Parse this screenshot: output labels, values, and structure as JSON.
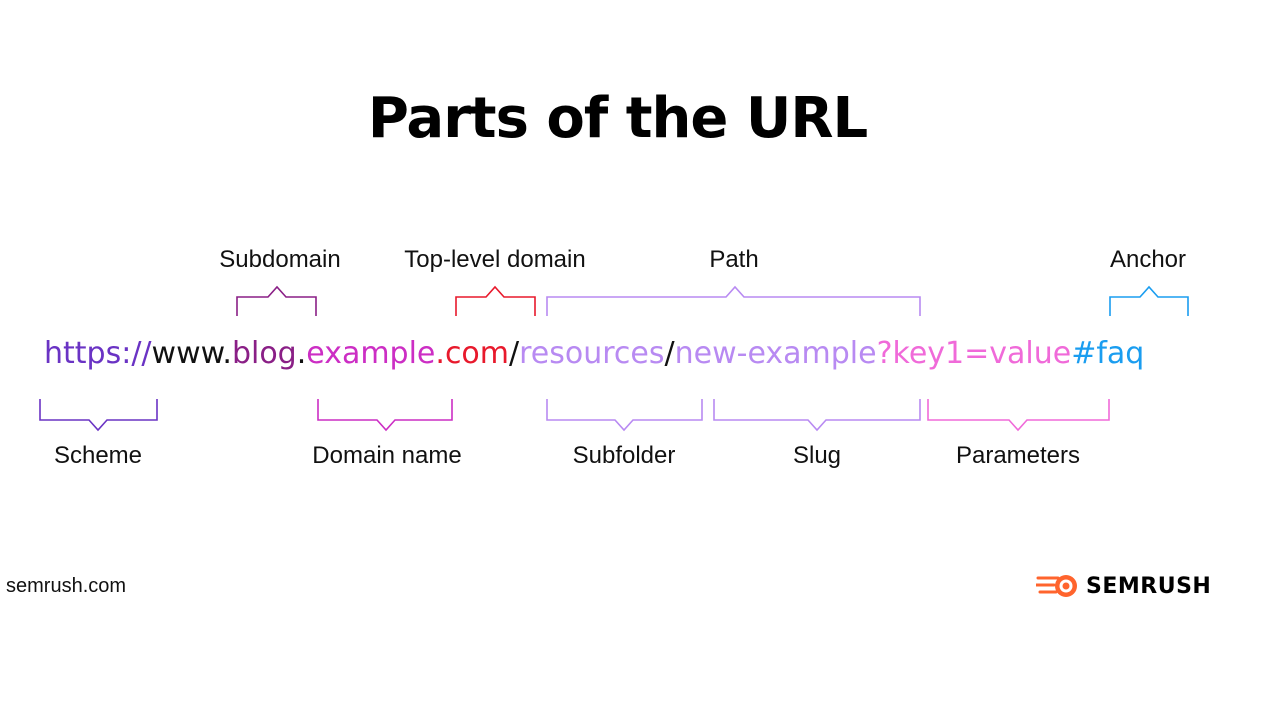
{
  "title": "Parts of the URL",
  "url_segments": [
    {
      "text": "https://",
      "color": "#6a33c4"
    },
    {
      "text": "www.",
      "color": "#111111"
    },
    {
      "text": "blog",
      "color": "#8a1f86"
    },
    {
      "text": ".",
      "color": "#111111"
    },
    {
      "text": "example",
      "color": "#cc2ec4"
    },
    {
      "text": ".com",
      "color": "#e8192c"
    },
    {
      "text": "/",
      "color": "#111111"
    },
    {
      "text": "resources",
      "color": "#b88af2"
    },
    {
      "text": "/",
      "color": "#111111"
    },
    {
      "text": "new-example",
      "color": "#b88af2"
    },
    {
      "text": "?key1=value",
      "color": "#f06ad9"
    },
    {
      "text": "#faq",
      "color": "#1a9df0"
    }
  ],
  "labels_above": {
    "subdomain": "Subdomain",
    "tld": "Top-level domain",
    "path": "Path",
    "anchor": "Anchor"
  },
  "labels_below": {
    "scheme": "Scheme",
    "domain_name": "Domain name",
    "subfolder": "Subfolder",
    "slug": "Slug",
    "parameters": "Parameters"
  },
  "brace_colors": {
    "subdomain": "#8a1f86",
    "tld": "#e8192c",
    "path": "#b88af2",
    "anchor": "#1a9df0",
    "scheme": "#6a33c4",
    "domain_name": "#cc2ec4",
    "subfolder": "#b88af2",
    "slug": "#b88af2",
    "parameters": "#f06ad9"
  },
  "footer": {
    "site": "semrush.com",
    "brand": "SEMRUSH",
    "brand_color": "#ff642d"
  }
}
